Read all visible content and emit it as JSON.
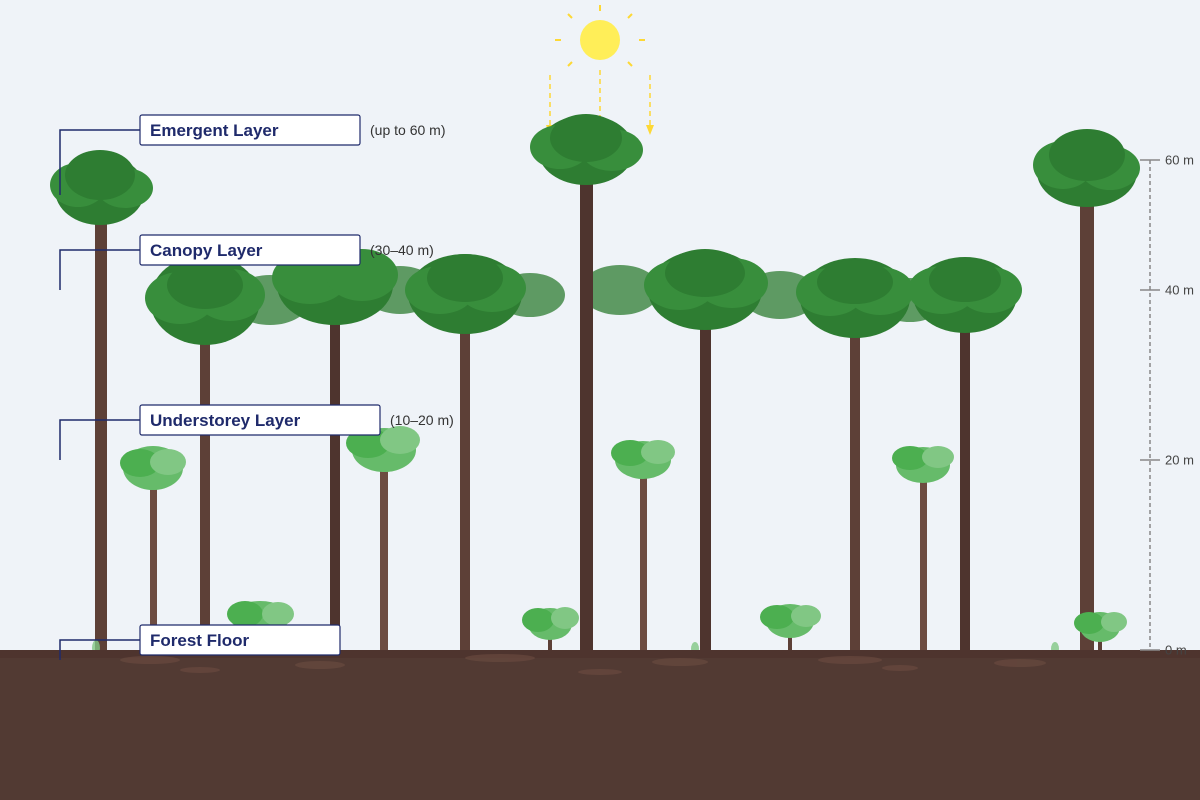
{
  "layers": [
    {
      "name": "Emergent Layer",
      "range": "(up to 60 m)"
    },
    {
      "name": "Canopy Layer",
      "range": "(30–40 m)"
    },
    {
      "name": "Understorey Layer",
      "range": "(10–20 m)"
    },
    {
      "name": "Forest Floor",
      "range": ""
    }
  ],
  "scale": {
    "ticks": [
      "60 m",
      "40 m",
      "20 m",
      "0 m"
    ]
  },
  "colors": {
    "background": "#eff3f8",
    "soil": "#523a33",
    "trunk": "#5d4037",
    "canopy_dark": "#2e7d32",
    "canopy_mid": "#388e3c",
    "understorey": "#66bb6a",
    "sun": "#ffee58",
    "label_border": "#1f2a6b"
  }
}
